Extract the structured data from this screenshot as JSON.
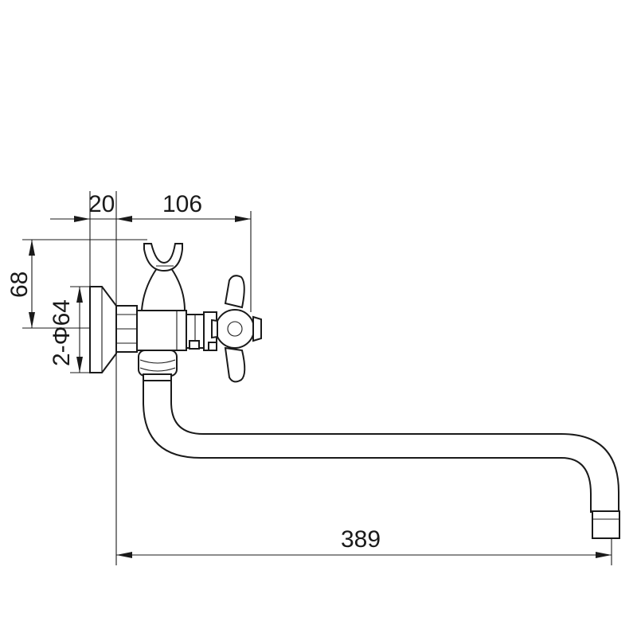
{
  "dimensions": {
    "flange_thickness": "20",
    "body_length": "106",
    "bracket_height": "68",
    "flange_diameter": "2-Φ64",
    "spout_length": "389"
  }
}
